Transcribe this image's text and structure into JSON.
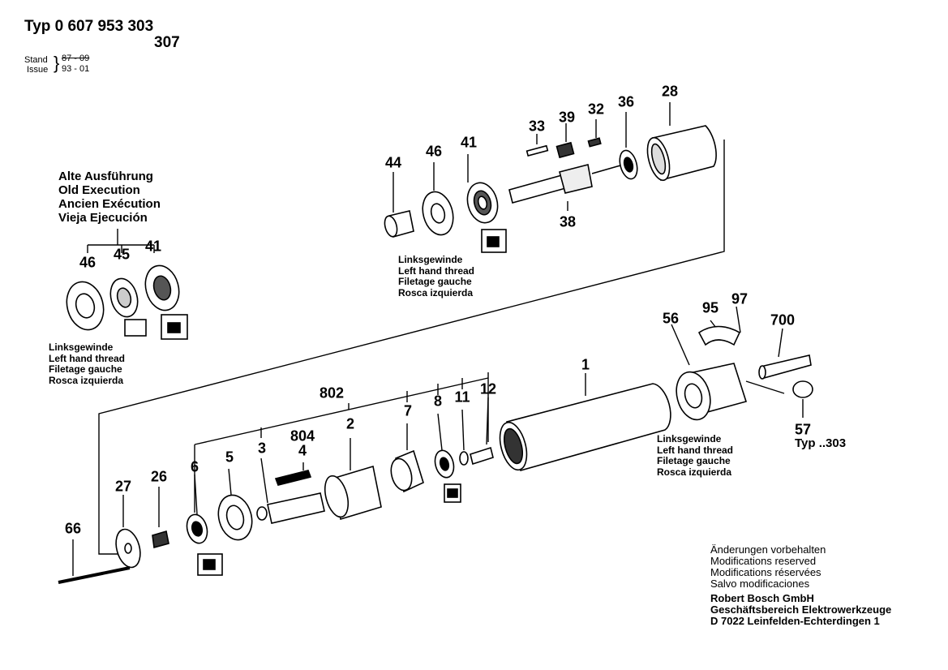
{
  "header": {
    "typ_label": "Typ 0 607 953 303",
    "typ_suffix": "307",
    "stand_label": "Stand",
    "stand_value": "87 - 09",
    "issue_label": "Issue",
    "issue_value": "93 - 01"
  },
  "old_execution": {
    "lines": [
      "Alte Ausführung",
      "Old Execution",
      "Ancien Exécution",
      "Vieja Ejecución"
    ]
  },
  "left_hand_thread": [
    "Linksgewinde",
    "Left hand thread",
    "Filetage gauche",
    "Rosca izquierda"
  ],
  "part_numbers": {
    "p28": "28",
    "p36": "36",
    "p32": "32",
    "p39": "39",
    "p33": "33",
    "p41": "41",
    "p46": "46",
    "p44": "44",
    "p38": "38",
    "p45": "45",
    "p46b": "46",
    "p41b": "41",
    "p95": "95",
    "p97": "97",
    "p700": "700",
    "p56": "56",
    "p1": "1",
    "p12": "12",
    "p11": "11",
    "p8": "8",
    "p7": "7",
    "p802": "802",
    "p2": "2",
    "p804": "804",
    "p4": "4",
    "p3": "3",
    "p5": "5",
    "p6": "6",
    "p26": "26",
    "p27": "27",
    "p66": "66",
    "p57": "57"
  },
  "typ303_label": "Typ ..303",
  "footer": {
    "lines": [
      "Änderungen vorbehalten",
      "Modifications reserved",
      "Modifications réservées",
      "Salvo modificaciones"
    ],
    "company": [
      "Robert Bosch GmbH",
      "Geschäftsbereich Elektrowerkzeuge",
      "D 7022 Leinfelden-Echterdingen 1"
    ]
  }
}
